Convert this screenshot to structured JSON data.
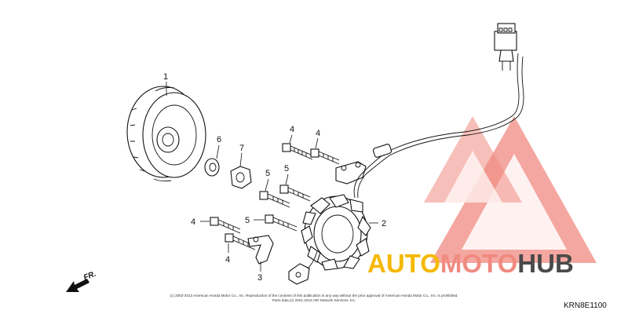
{
  "callouts": [
    "1",
    "6",
    "7",
    "4",
    "4",
    "5",
    "5",
    "5",
    "2",
    "4",
    "4",
    "3"
  ],
  "front_marker": "FR.",
  "watermark": {
    "auto": "AUTO",
    "moto": "MOTO",
    "hub": "HUB",
    "colors": {
      "auto": "#f5b800",
      "moto": "#f08a80",
      "hub": "#4a4a4a",
      "logo": "#f08a80"
    }
  },
  "copyright_lines": [
    "(c) 2002-2013 American Honda Motor Co., Inc. Reproduction of the contents of this publication in any way without the prior approval of American Honda Motor Co., Inc. is prohibited.",
    "Parts data (c) 2001-2013 ARI Network Services, Inc."
  ],
  "diagram_code": "KRN8E1100"
}
